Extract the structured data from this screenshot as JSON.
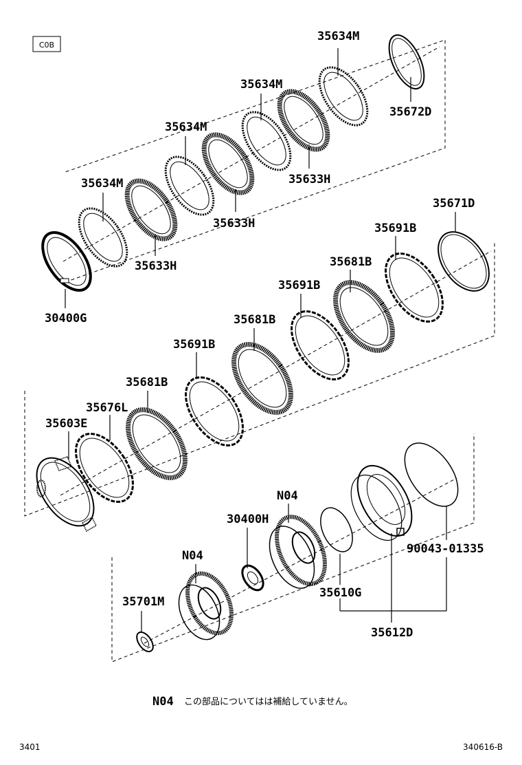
{
  "header": {
    "code_box": "C0B"
  },
  "labels": {
    "l1": "35634M",
    "l2": "35672D",
    "l3": "35634M",
    "l4": "35634M",
    "l5": "35633H",
    "l6": "35634M",
    "l7": "35633H",
    "l8": "35633H",
    "l9": "30400G",
    "l10": "35671D",
    "l11": "35691B",
    "l12": "35681B",
    "l13": "35691B",
    "l14": "35681B",
    "l15": "35691B",
    "l16": "35681B",
    "l17": "35676L",
    "l18": "35603E",
    "l19": "N04",
    "l20": "30400H",
    "l21": "N04",
    "l22": "90043-01335",
    "l23": "35610G",
    "l24": "35701M",
    "l25": "35612D"
  },
  "note": {
    "code": "N04",
    "text": "この部品についてはは補給していません。"
  },
  "footer": {
    "left": "3401",
    "right": "340616-B"
  }
}
